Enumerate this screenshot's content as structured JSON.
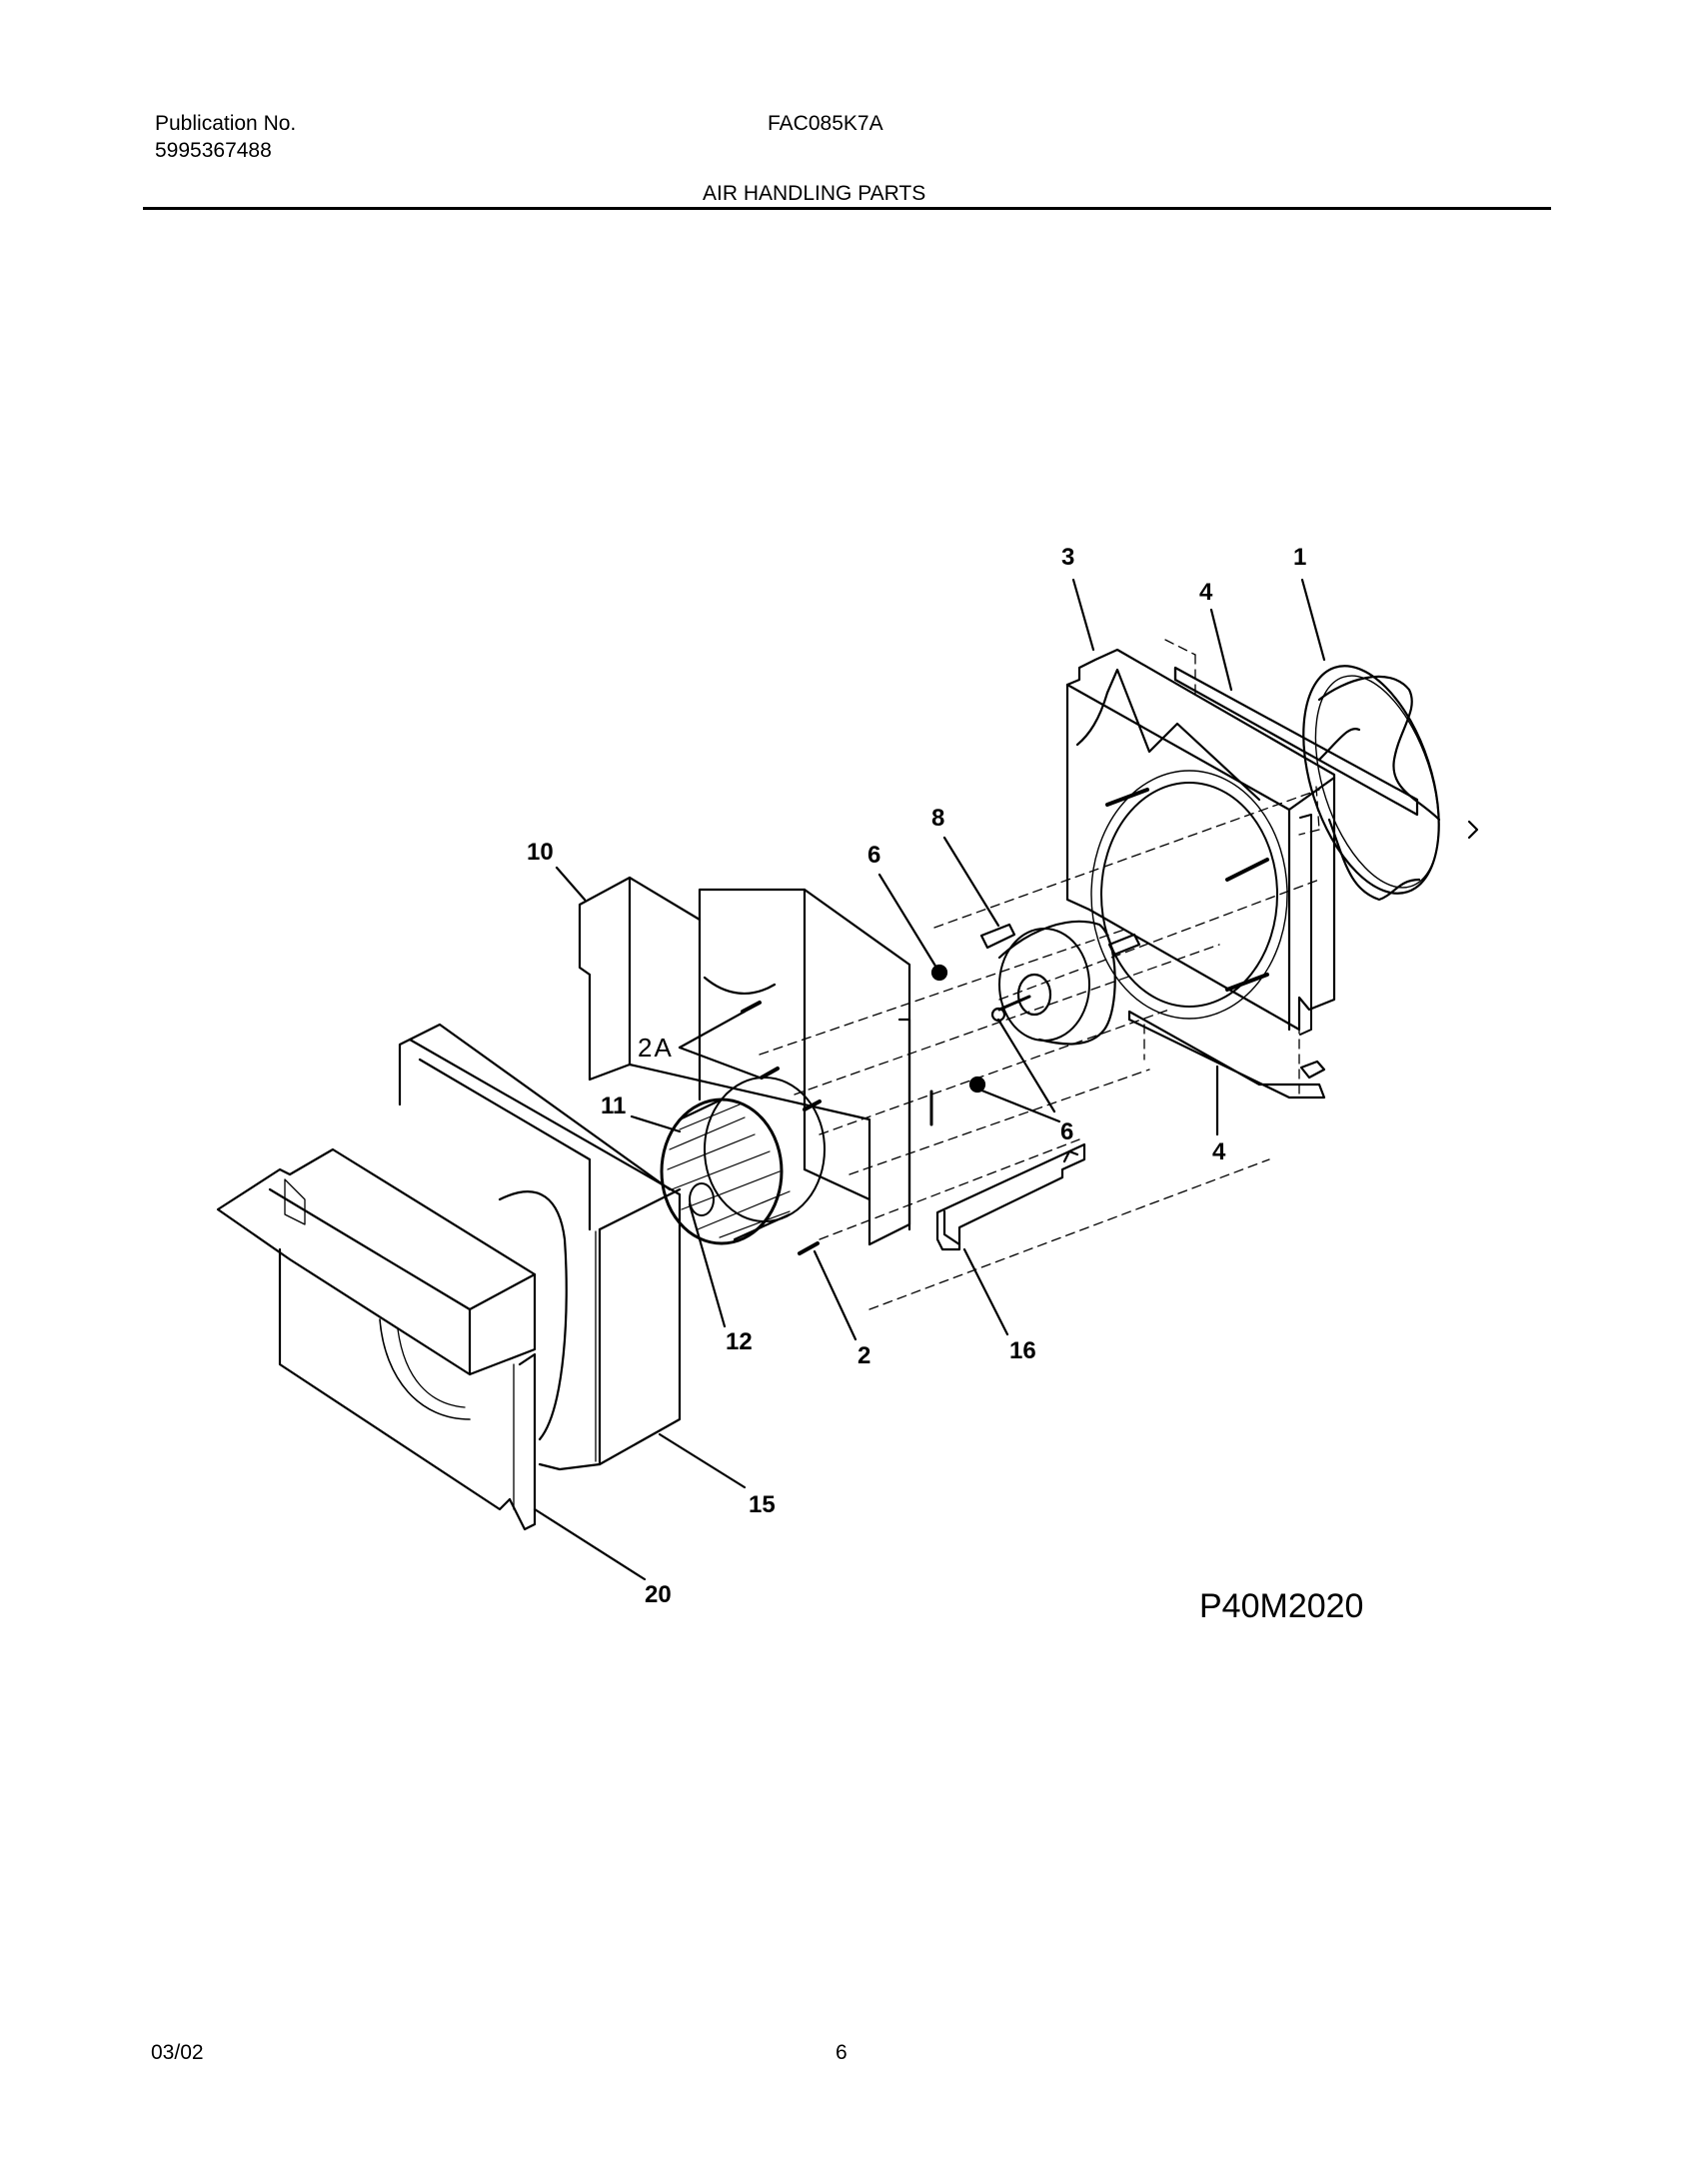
{
  "header": {
    "publication_label": "Publication No.",
    "publication_number": "5995367488",
    "model": "FAC085K7A",
    "section_title": "AIR HANDLING PARTS"
  },
  "diagram": {
    "name": "exploded-view-air-handling-parts",
    "figure_id": "P40M2020",
    "callouts": [
      {
        "label": "1",
        "part": "fan-blade"
      },
      {
        "label": "2",
        "part": "screw"
      },
      {
        "label": "2A",
        "part": "screw"
      },
      {
        "label": "3",
        "part": "shroud"
      },
      {
        "label": "4",
        "part": "motor-bracket-top"
      },
      {
        "label": "4",
        "part": "motor-bracket-bottom"
      },
      {
        "label": "6",
        "part": "nut-upper"
      },
      {
        "label": "6",
        "part": "nut-lower"
      },
      {
        "label": "8",
        "part": "motor"
      },
      {
        "label": "10",
        "part": "scroll-panel"
      },
      {
        "label": "11",
        "part": "blower-wheel"
      },
      {
        "label": "12",
        "part": "clamp"
      },
      {
        "label": "15",
        "part": "blower-housing"
      },
      {
        "label": "16",
        "part": "bracket"
      },
      {
        "label": "20",
        "part": "front-air-guide"
      }
    ]
  },
  "footer": {
    "date": "03/02",
    "page_number": "6"
  }
}
